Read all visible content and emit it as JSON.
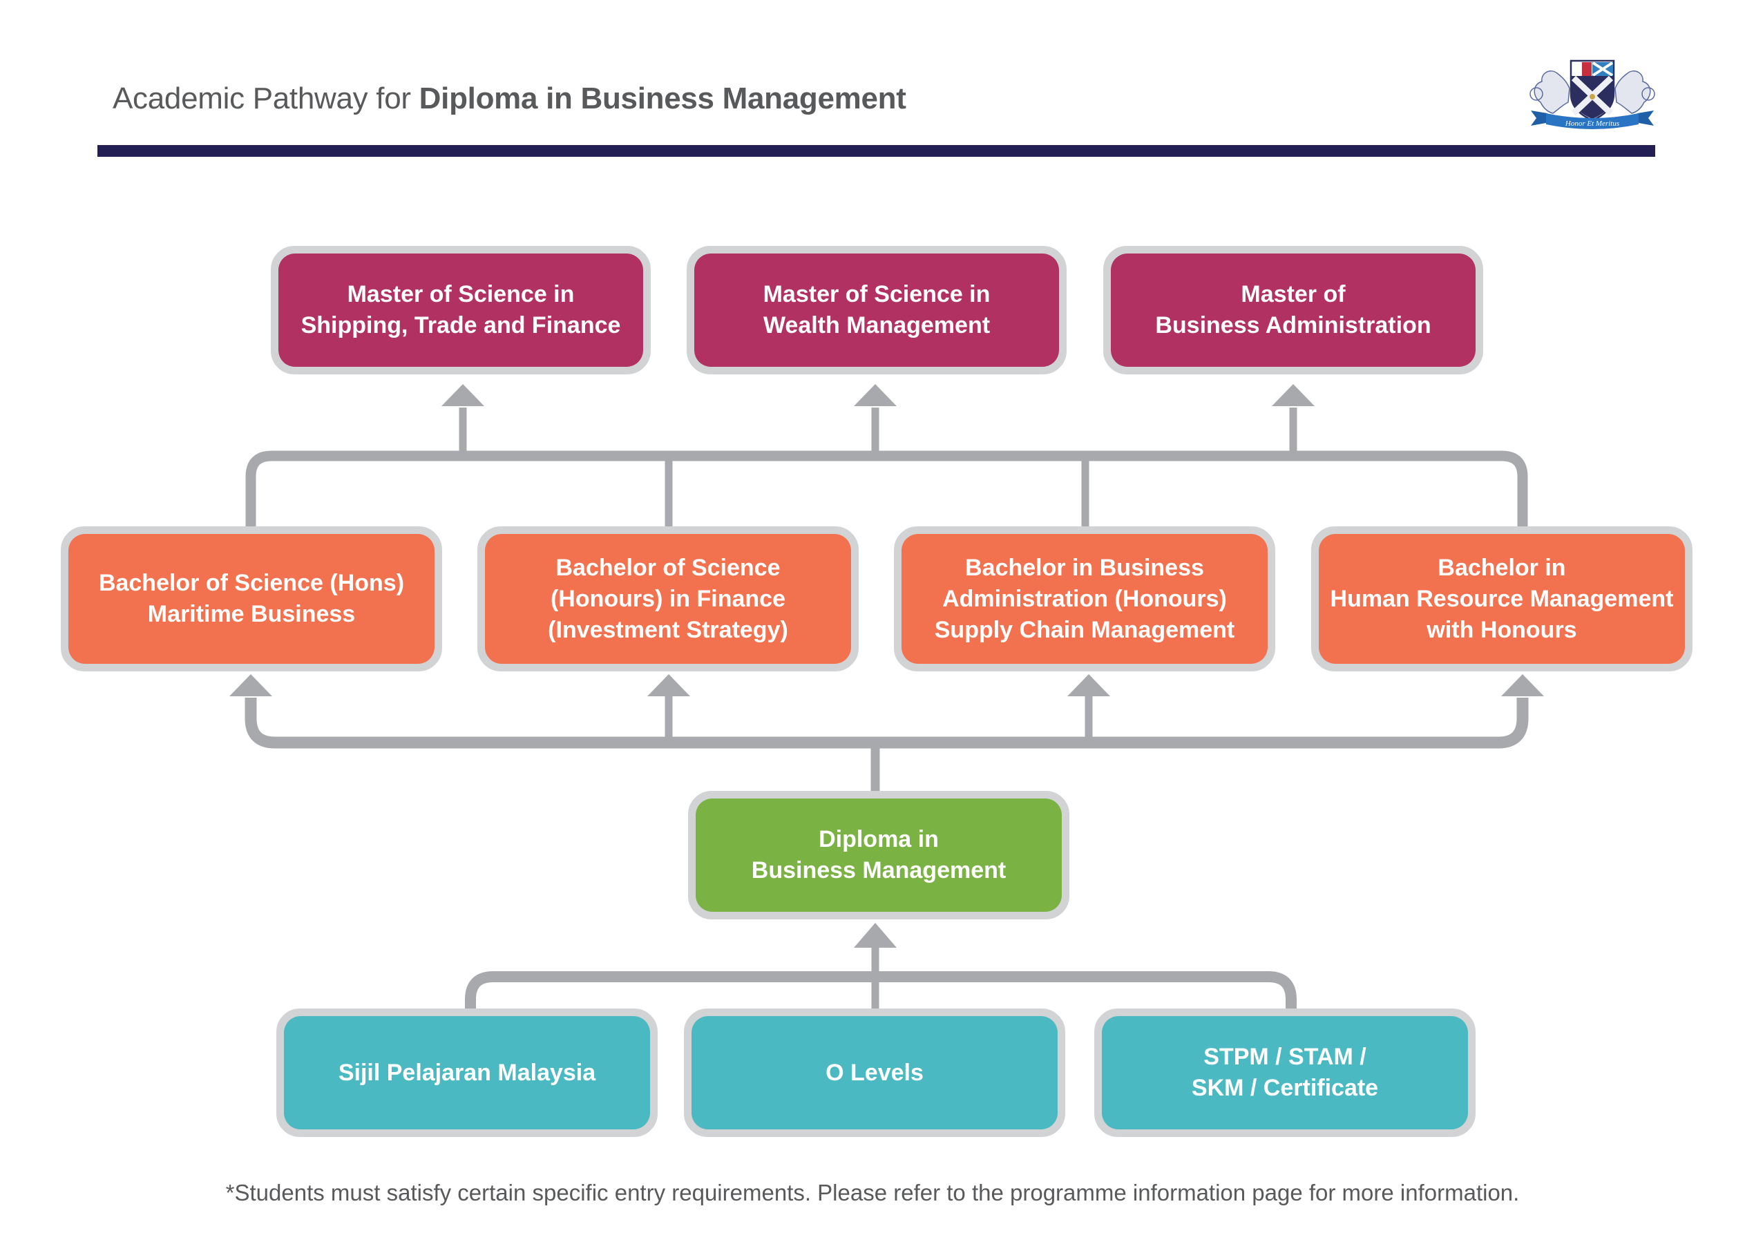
{
  "header": {
    "title_prefix": "Academic Pathway for ",
    "title_bold": "Diploma in Business Management",
    "logo": {
      "icon": "crest-logo-icon",
      "motto": "Honor Et Meritus"
    }
  },
  "colors": {
    "masters": "#b23163",
    "bachelors": "#f2724f",
    "diploma": "#7ab244",
    "entry": "#4bb9c2",
    "box_border": "#d1d3d4",
    "connector": "#a7a9ac",
    "rule": "#231f54",
    "text_gray": "#58595b"
  },
  "levels": {
    "masters": [
      {
        "label": "Master of Science in\nShipping, Trade and Finance"
      },
      {
        "label": "Master of Science in\nWealth Management"
      },
      {
        "label": "Master of\nBusiness  Administration"
      }
    ],
    "bachelors": [
      {
        "label": "Bachelor of Science (Hons)\nMaritime Business"
      },
      {
        "label": "Bachelor of Science\n(Honours) in Finance\n(Investment Strategy)"
      },
      {
        "label": "Bachelor in Business\nAdministration (Honours)\nSupply Chain Management"
      },
      {
        "label": "Bachelor in\nHuman Resource Management\nwith Honours"
      }
    ],
    "diploma": {
      "label": "Diploma in\nBusiness Management"
    },
    "entry": [
      {
        "label": "Sijil Pelajaran Malaysia"
      },
      {
        "label": "O Levels"
      },
      {
        "label": "STPM / STAM /\nSKM / Certificate"
      }
    ]
  },
  "footnote": "*Students must satisfy certain specific entry requirements. Please refer to the programme information page for more information."
}
